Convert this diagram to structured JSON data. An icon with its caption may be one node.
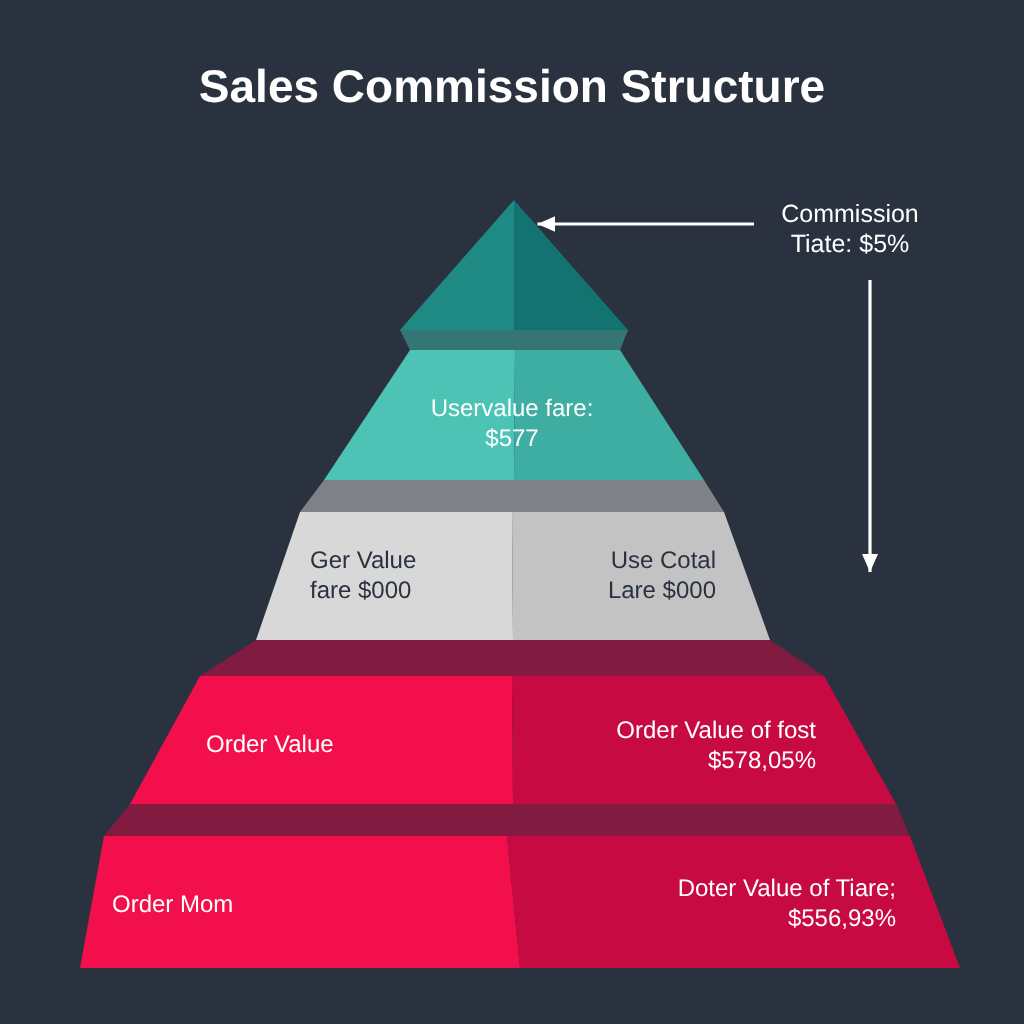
{
  "diagram": {
    "title": "Sales Commission Structure",
    "nodes": [
      {
        "text": [],
        "shape": "triangle"
      },
      {
        "text": [
          "Uservalue fare: $577"
        ]
      },
      {
        "text": [
          "Ger Value fare $000",
          "Use Cotal Lare $000"
        ]
      },
      {
        "text": [
          "Order Value",
          "Order Value of fost $578,05%"
        ]
      },
      {
        "text": [
          "Order Mom",
          "Doter Value of Tiare; $556,93%"
        ]
      },
      {
        "text": [
          "Commission Tiate: $5%"
        ]
      }
    ],
    "edges": [
      {
        "from": 5,
        "to": 0,
        "arrow": "to"
      },
      {
        "from": 5,
        "to": null,
        "arrow": "to"
      }
    ]
  }
}
